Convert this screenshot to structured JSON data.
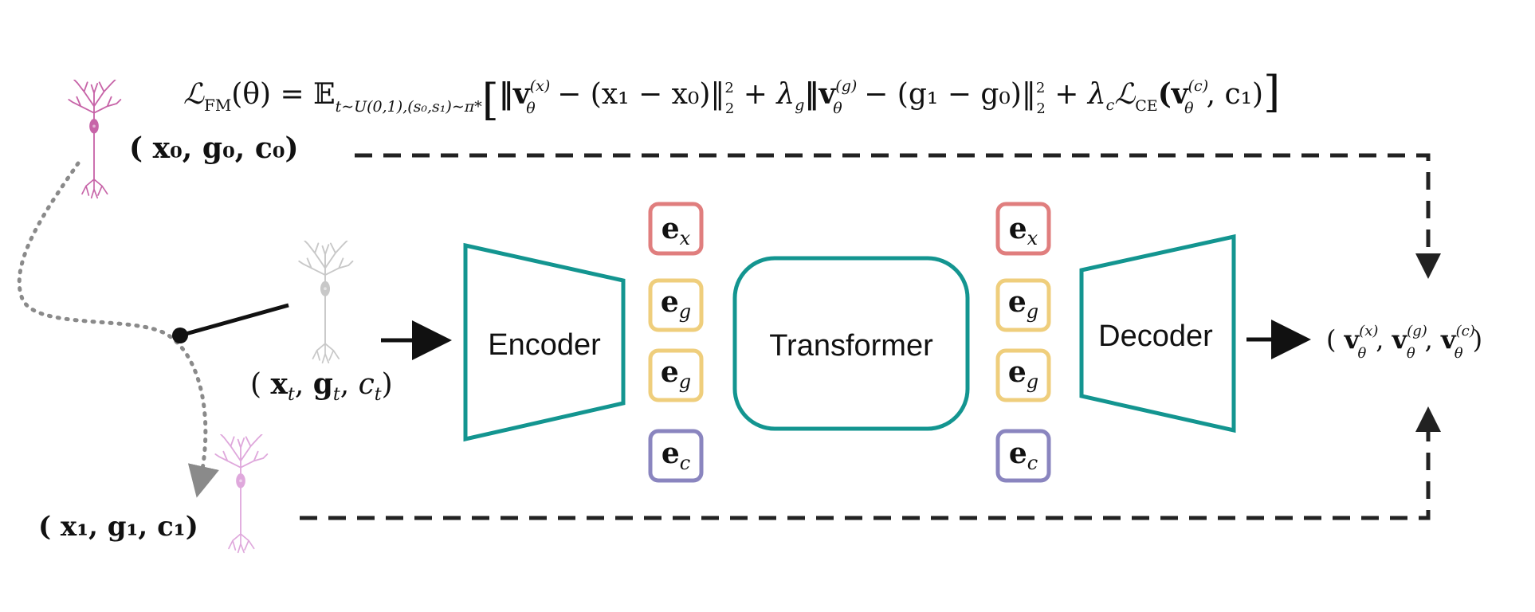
{
  "colors": {
    "teal": "#139590",
    "x_token": "#e07e7e",
    "g_token": "#efce7c",
    "c_token": "#8a85bf",
    "neuron_source": "#c764a8",
    "neuron_target": "#dfa8dc",
    "neuron_interp": "#c8c8c8",
    "ink": "#111111",
    "dotted": "#8a8a8a"
  },
  "loss": {
    "lhs": "ℒ",
    "lhs_sub": "FM",
    "lhs_arg": "(θ) = ",
    "expect": "𝔼",
    "expect_sub": "t∼U(0,1),(s₀,s₁)∼π*",
    "open": "[",
    "term1": "‖v",
    "term1_sup": "(x)",
    "term1_sub": "θ",
    "term1_rest": " − (x₁ − x₀)‖",
    "term1_norm_sup": "2",
    "term1_norm_sub": "2",
    "plus1": " + λ",
    "lambda_g_sub": "g",
    "term2": "‖v",
    "term2_sup": "(g)",
    "term2_sub": "θ",
    "term2_rest": " − (g₁ − g₀)‖",
    "term2_norm_sup": "2",
    "term2_norm_sub": "2",
    "plus2": " + λ",
    "lambda_c_sub": "c",
    "ce": "ℒ",
    "ce_sub": "CE",
    "ce_arg_open": "(v",
    "ce_sup": "(c)",
    "ce_sub2": "θ",
    "ce_arg_close": ", c₁)",
    "close": "]"
  },
  "states": {
    "source": {
      "text": "( x₀, g₀, c₀)"
    },
    "interp": {
      "text": "( x_t, g_t, c_t)",
      "x": "x",
      "x_sub": "t",
      "g": "g",
      "g_sub": "t",
      "c": "c",
      "c_sub": "t"
    },
    "target": {
      "text": "( x₁, g₁, c₁)"
    }
  },
  "blocks": {
    "encoder": "Encoder",
    "transformer": "Transformer",
    "decoder": "Decoder"
  },
  "tokens": {
    "left": [
      {
        "base": "e",
        "sub": "x",
        "kind": "x_token"
      },
      {
        "base": "e",
        "sub": "g",
        "kind": "g_token"
      },
      {
        "base": "e",
        "sub": "g",
        "kind": "g_token"
      },
      {
        "base": "e",
        "sub": "c",
        "kind": "c_token"
      }
    ],
    "right": [
      {
        "base": "e",
        "sub": "x",
        "kind": "x_token"
      },
      {
        "base": "e",
        "sub": "g",
        "kind": "g_token"
      },
      {
        "base": "e",
        "sub": "g",
        "kind": "g_token"
      },
      {
        "base": "e",
        "sub": "c",
        "kind": "c_token"
      }
    ]
  },
  "output": {
    "open": "( ",
    "v1": "v",
    "v1_sup": "(x)",
    "v1_sub": "θ",
    "v2": "v",
    "v2_sup": "(g)",
    "v2_sub": "θ",
    "v3": "v",
    "v3_sup": "(c)",
    "v3_sub": "θ",
    "sep": ", ",
    "close": ")"
  }
}
